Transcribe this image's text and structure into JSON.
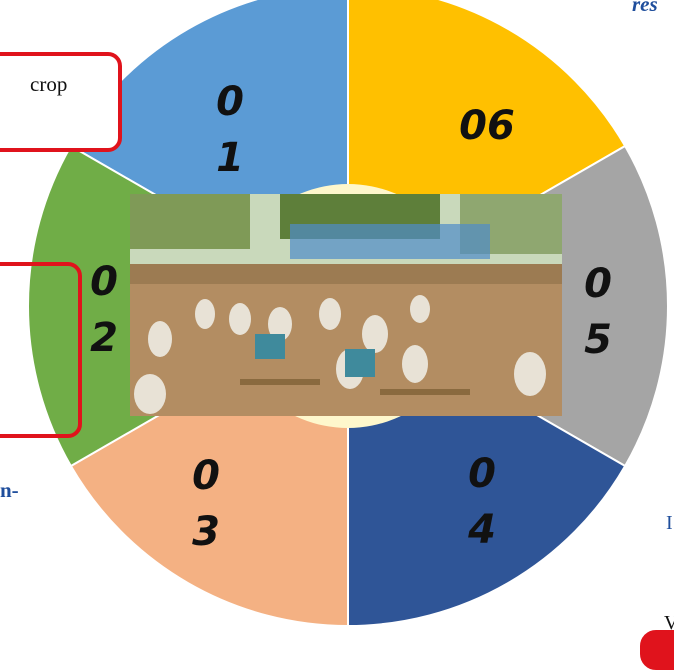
{
  "segments": [
    {
      "id": "01",
      "label_line1": "0",
      "label_line2": "1",
      "color": "#5b9bd5"
    },
    {
      "id": "06",
      "label": "06",
      "color": "#ffc000"
    },
    {
      "id": "05",
      "label_line1": "0",
      "label_line2": "5",
      "color": "#a5a5a5"
    },
    {
      "id": "04",
      "label_line1": "0",
      "label_line2": "4",
      "color": "#2f5597"
    },
    {
      "id": "03",
      "label_line1": "0",
      "label_line2": "3",
      "color": "#f4b183"
    },
    {
      "id": "02",
      "label_line1": "0",
      "label_line2": "2",
      "color": "#70ad47"
    }
  ],
  "hub_color": "#fef7cc",
  "callouts": {
    "top_left_text": "crop",
    "left_bottom_text": "n-",
    "top_right_text": "res",
    "right_mid_text": "I",
    "bottom_right_text": "V"
  },
  "colors": {
    "callout_border": "#e0131c",
    "side_text_blue": "#1f4e9c"
  },
  "photo": {
    "description_icon": "village-meeting-photo"
  }
}
